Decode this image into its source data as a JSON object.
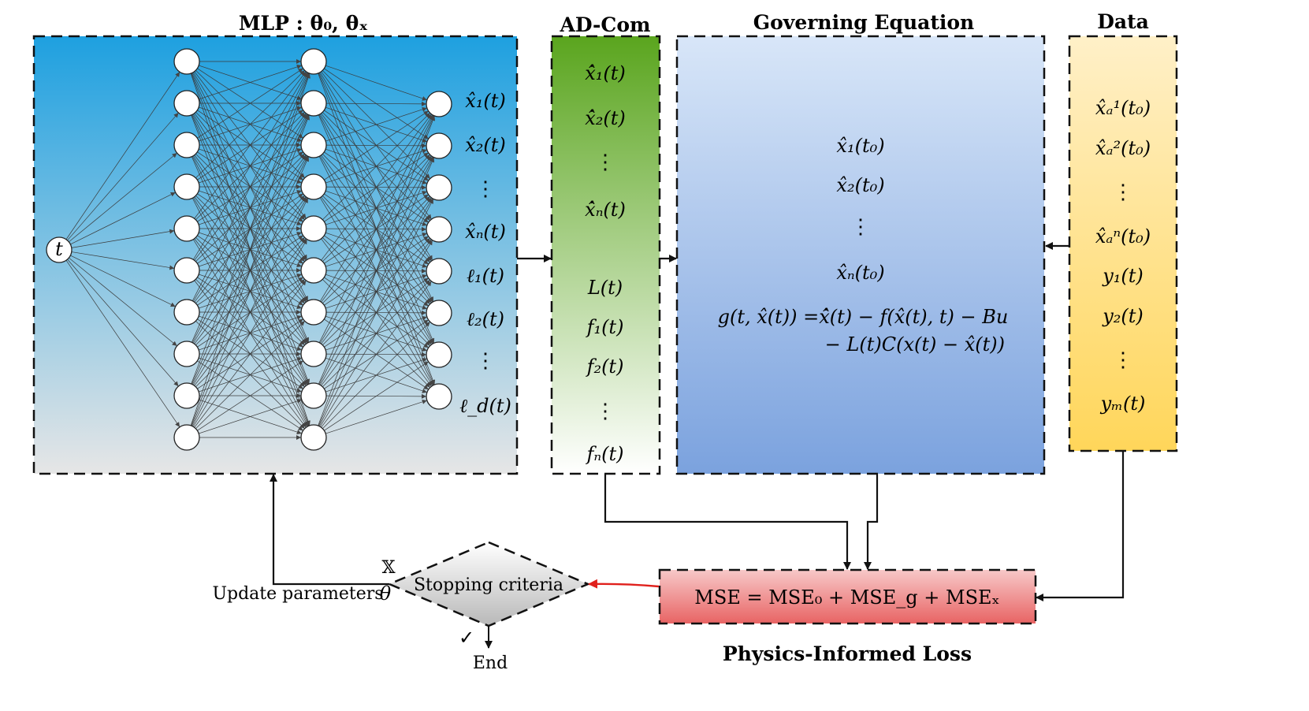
{
  "titles": {
    "mlp": "MLP : θ₀, θₓ",
    "adcom": "AD-Com",
    "governing": "Governing Equation",
    "data": "Data",
    "loss": "Physics-Informed Loss"
  },
  "mlp": {
    "input_label": "t",
    "output_labels": [
      "x̂₁(t)",
      "x̂₂(t)",
      "⋮",
      "x̂ₙ(t)",
      "ℓ₁(t)",
      "ℓ₂(t)",
      "⋮",
      "ℓ_d(t)"
    ]
  },
  "adcom": {
    "items": [
      "x̂̇₁(t)",
      "x̂̇₂(t)",
      "⋮",
      "x̂̇ₙ(t)",
      "L(t)",
      "f₁(t)",
      "f₂(t)",
      "⋮",
      "fₙ(t)"
    ]
  },
  "governing": {
    "items": [
      "x̂₁(t₀)",
      "x̂₂(t₀)",
      "⋮",
      "x̂ₙ(t₀)"
    ],
    "equation_line1": "g(t, x̂(t)) =x̂̇(t) − f(x̂(t), t) − Bu",
    "equation_line2": "− L(t)C(x(t) − x̂(t))"
  },
  "data": {
    "items": [
      "x̂ₐ¹(t₀)",
      "x̂ₐ²(t₀)",
      "⋮",
      "x̂ₐⁿ(t₀)",
      "y₁(t)",
      "y₂(t)",
      "⋮",
      "yₘ(t)"
    ]
  },
  "loss": {
    "formula": "MSE = MSE₀ + MSE_g + MSEₓ"
  },
  "decision": {
    "label": "Stopping criteria",
    "update_label": "Update parameters",
    "theta_label": "θ",
    "fail_mark": "𝕏",
    "pass_mark": "✓",
    "end_label": "End"
  },
  "colors": {
    "mlp_top": "#1ea0e0",
    "mlp_bottom": "#e6e6e6",
    "adcom_top": "#5aa51e",
    "adcom_bottom": "#ffffff",
    "gov_top": "#d8e6f8",
    "gov_bottom": "#7ba2de",
    "data_top": "#fff0c8",
    "data_bottom": "#ffd65a",
    "loss_top": "#f7c8c8",
    "loss_bottom": "#e86464",
    "decision_top": "#ffffff",
    "decision_bottom": "#b8b8b8",
    "red_arrow": "#e0201c"
  }
}
